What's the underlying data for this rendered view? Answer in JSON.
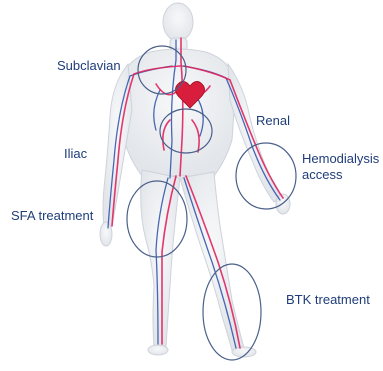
{
  "labels": {
    "subclavian": "Subclavian",
    "renal": "Renal",
    "iliac": "Iliac",
    "hemodialysis_line1": "Hemodialysis",
    "hemodialysis_line2": "access",
    "sfa": "SFA treatment",
    "btk": "BTK treatment"
  },
  "colors": {
    "label_text": "#1f3d7a",
    "circle_stroke": "#4a5f8a",
    "artery": "#e0245e",
    "vein": "#2b4fa8",
    "body_fill": "#eef0f3",
    "body_outline": "#c9ced6",
    "heart": "#d81e3c"
  }
}
